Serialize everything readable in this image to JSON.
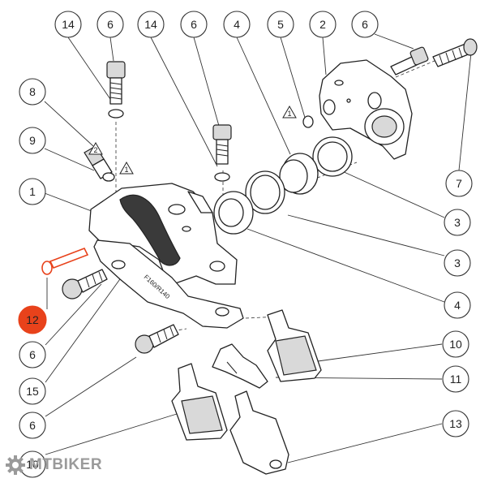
{
  "callouts": [
    {
      "label": "14",
      "highlight": false
    },
    {
      "label": "6",
      "highlight": false
    },
    {
      "label": "14",
      "highlight": false
    },
    {
      "label": "6",
      "highlight": false
    },
    {
      "label": "4",
      "highlight": false
    },
    {
      "label": "5",
      "highlight": false
    },
    {
      "label": "2",
      "highlight": false
    },
    {
      "label": "6",
      "highlight": false
    },
    {
      "label": "8",
      "highlight": false
    },
    {
      "label": "9",
      "highlight": false
    },
    {
      "label": "1",
      "highlight": false
    },
    {
      "label": "7",
      "highlight": false
    },
    {
      "label": "3",
      "highlight": false
    },
    {
      "label": "3",
      "highlight": false
    },
    {
      "label": "4",
      "highlight": false
    },
    {
      "label": "12",
      "highlight": true
    },
    {
      "label": "6",
      "highlight": false
    },
    {
      "label": "10",
      "highlight": false
    },
    {
      "label": "15",
      "highlight": false
    },
    {
      "label": "11",
      "highlight": false
    },
    {
      "label": "6",
      "highlight": false
    },
    {
      "label": "13",
      "highlight": false
    },
    {
      "label": "10",
      "highlight": false
    }
  ],
  "warnings": [
    {
      "label": "2"
    },
    {
      "label": "1"
    },
    {
      "label": "1"
    }
  ],
  "caliper_stamp": "F160/R140",
  "watermark": {
    "text": "MTBIKER",
    "icon": "gear-icon"
  },
  "colors": {
    "highlight": "#e8421b",
    "line": "#222222",
    "watermark": "#9a9a9a"
  }
}
